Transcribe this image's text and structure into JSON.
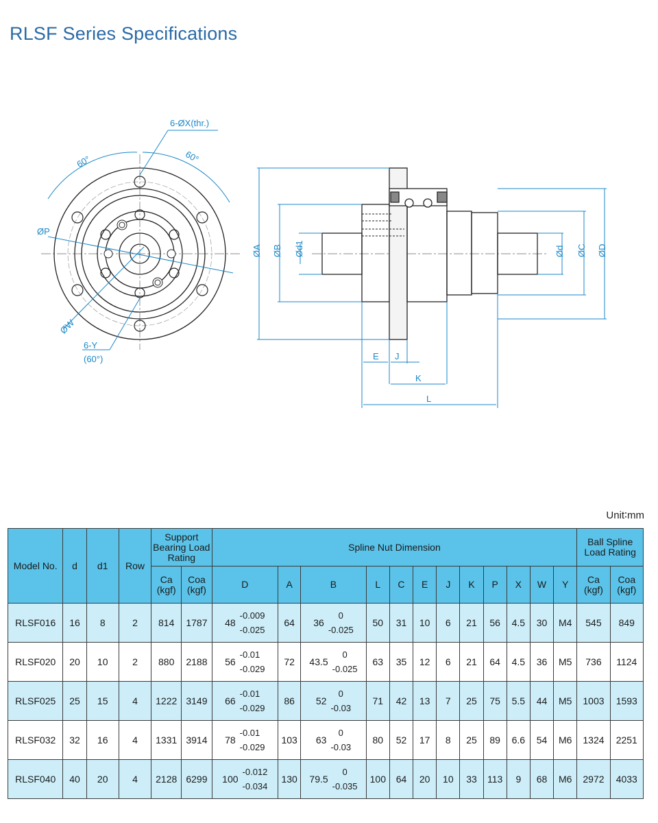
{
  "page": {
    "title": "RLSF Series Specifications",
    "unit": "Unit∶mm"
  },
  "drawing": {
    "color": "#1a87c8",
    "front_view_labels": {
      "holes": "6-ØX(thr.)",
      "angle_left": "60°",
      "angle_right": "60°",
      "pcd_p": "ØP",
      "pcd_w": "ØW",
      "tap": "6-Y",
      "tap_angle": "(60°)"
    },
    "side_view_labels": {
      "dia_a": "ØA",
      "dia_b": "ØB",
      "dia_d1": "Ød1",
      "dia_d": "Ød",
      "dia_c": "ØC",
      "dia_d_outer": "ØD",
      "len_e": "E",
      "len_j": "J",
      "len_k": "K",
      "len_l": "L"
    }
  },
  "table": {
    "header": {
      "model": "Model No.",
      "d": "d",
      "d1": "d1",
      "row": "Row",
      "support_group": "Support Bearing Load Rating",
      "spline_group": "Spline Nut Dimension",
      "ball_group": "Ball Spline Load Rating",
      "ca": "Ca (kgf)",
      "coa": "Coa (kgf)",
      "D": "D",
      "A": "A",
      "B": "B",
      "L": "L",
      "C": "C",
      "E": "E",
      "J": "J",
      "K": "K",
      "P": "P",
      "X": "X",
      "W": "W",
      "Y": "Y",
      "ca2": "Ca (kgf)",
      "coa2": "Coa (kgf)"
    },
    "rows": [
      {
        "model": "RLSF016",
        "d": "16",
        "d1": "8",
        "row": "2",
        "ca": "814",
        "coa": "1787",
        "D": "48",
        "D_hi": "-0.009",
        "D_lo": "-0.025",
        "A": "64",
        "B": "36",
        "B_hi": "0",
        "B_lo": "-0.025",
        "L": "50",
        "C": "31",
        "E": "10",
        "J": "6",
        "K": "21",
        "P": "56",
        "X": "4.5",
        "W": "30",
        "Y": "M4",
        "ca2": "545",
        "coa2": "849"
      },
      {
        "model": "RLSF020",
        "d": "20",
        "d1": "10",
        "row": "2",
        "ca": "880",
        "coa": "2188",
        "D": "56",
        "D_hi": "-0.01",
        "D_lo": "-0.029",
        "A": "72",
        "B": "43.5",
        "B_hi": "0",
        "B_lo": "-0.025",
        "L": "63",
        "C": "35",
        "E": "12",
        "J": "6",
        "K": "21",
        "P": "64",
        "X": "4.5",
        "W": "36",
        "Y": "M5",
        "ca2": "736",
        "coa2": "1124"
      },
      {
        "model": "RLSF025",
        "d": "25",
        "d1": "15",
        "row": "4",
        "ca": "1222",
        "coa": "3149",
        "D": "66",
        "D_hi": "-0.01",
        "D_lo": "-0.029",
        "A": "86",
        "B": "52",
        "B_hi": "0",
        "B_lo": "-0.03",
        "L": "71",
        "C": "42",
        "E": "13",
        "J": "7",
        "K": "25",
        "P": "75",
        "X": "5.5",
        "W": "44",
        "Y": "M5",
        "ca2": "1003",
        "coa2": "1593"
      },
      {
        "model": "RLSF032",
        "d": "32",
        "d1": "16",
        "row": "4",
        "ca": "1331",
        "coa": "3914",
        "D": "78",
        "D_hi": "-0.01",
        "D_lo": "-0.029",
        "A": "103",
        "B": "63",
        "B_hi": "0",
        "B_lo": "-0.03",
        "L": "80",
        "C": "52",
        "E": "17",
        "J": "8",
        "K": "25",
        "P": "89",
        "X": "6.6",
        "W": "54",
        "Y": "M6",
        "ca2": "1324",
        "coa2": "2251"
      },
      {
        "model": "RLSF040",
        "d": "40",
        "d1": "20",
        "row": "4",
        "ca": "2128",
        "coa": "6299",
        "D": "100",
        "D_hi": "-0.012",
        "D_lo": "-0.034",
        "A": "130",
        "B": "79.5",
        "B_hi": "0",
        "B_lo": "-0.035",
        "L": "100",
        "C": "64",
        "E": "20",
        "J": "10",
        "K": "33",
        "P": "113",
        "X": "9",
        "W": "68",
        "Y": "M6",
        "ca2": "2972",
        "coa2": "4033"
      }
    ]
  }
}
